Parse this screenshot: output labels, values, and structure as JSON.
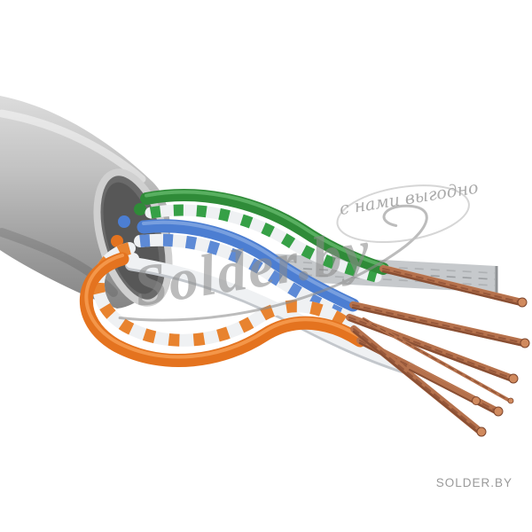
{
  "watermark": {
    "brand": "Solder.by",
    "tagline": "с нами выгодно"
  },
  "footer": {
    "site": "SOLDER.BY"
  },
  "subject": {
    "type_name": "utp-twisted-pair-cable-photo"
  },
  "colors": {
    "background": "#ffffff",
    "jacket_light": "#dcdcdc",
    "jacket_mid": "#b9b9b9",
    "jacket_dark": "#858585",
    "opening_rim": "#d0d0d0",
    "opening_inner": "#5c5c5c",
    "wire_orange": "#e4731f",
    "wire_orange_hl": "#f59a4e",
    "wire_blue": "#4c7ed2",
    "wire_blue_hl": "#7da3e0",
    "wire_green": "#2f8b38",
    "wire_green_hl": "#5fb567",
    "wire_white": "#eff1f3",
    "wire_white_shadow": "#c3c7cc",
    "gray_band": "#c6c9cc",
    "copper": "#b5714c",
    "copper_dark": "#8a4f33",
    "copper_light": "#dda076",
    "copper_tip": "#d08a5e",
    "watermark_gray": "#8c8c8c",
    "tagline_gray": "#6f6f6f",
    "footer_gray": "#9a9a9a"
  }
}
